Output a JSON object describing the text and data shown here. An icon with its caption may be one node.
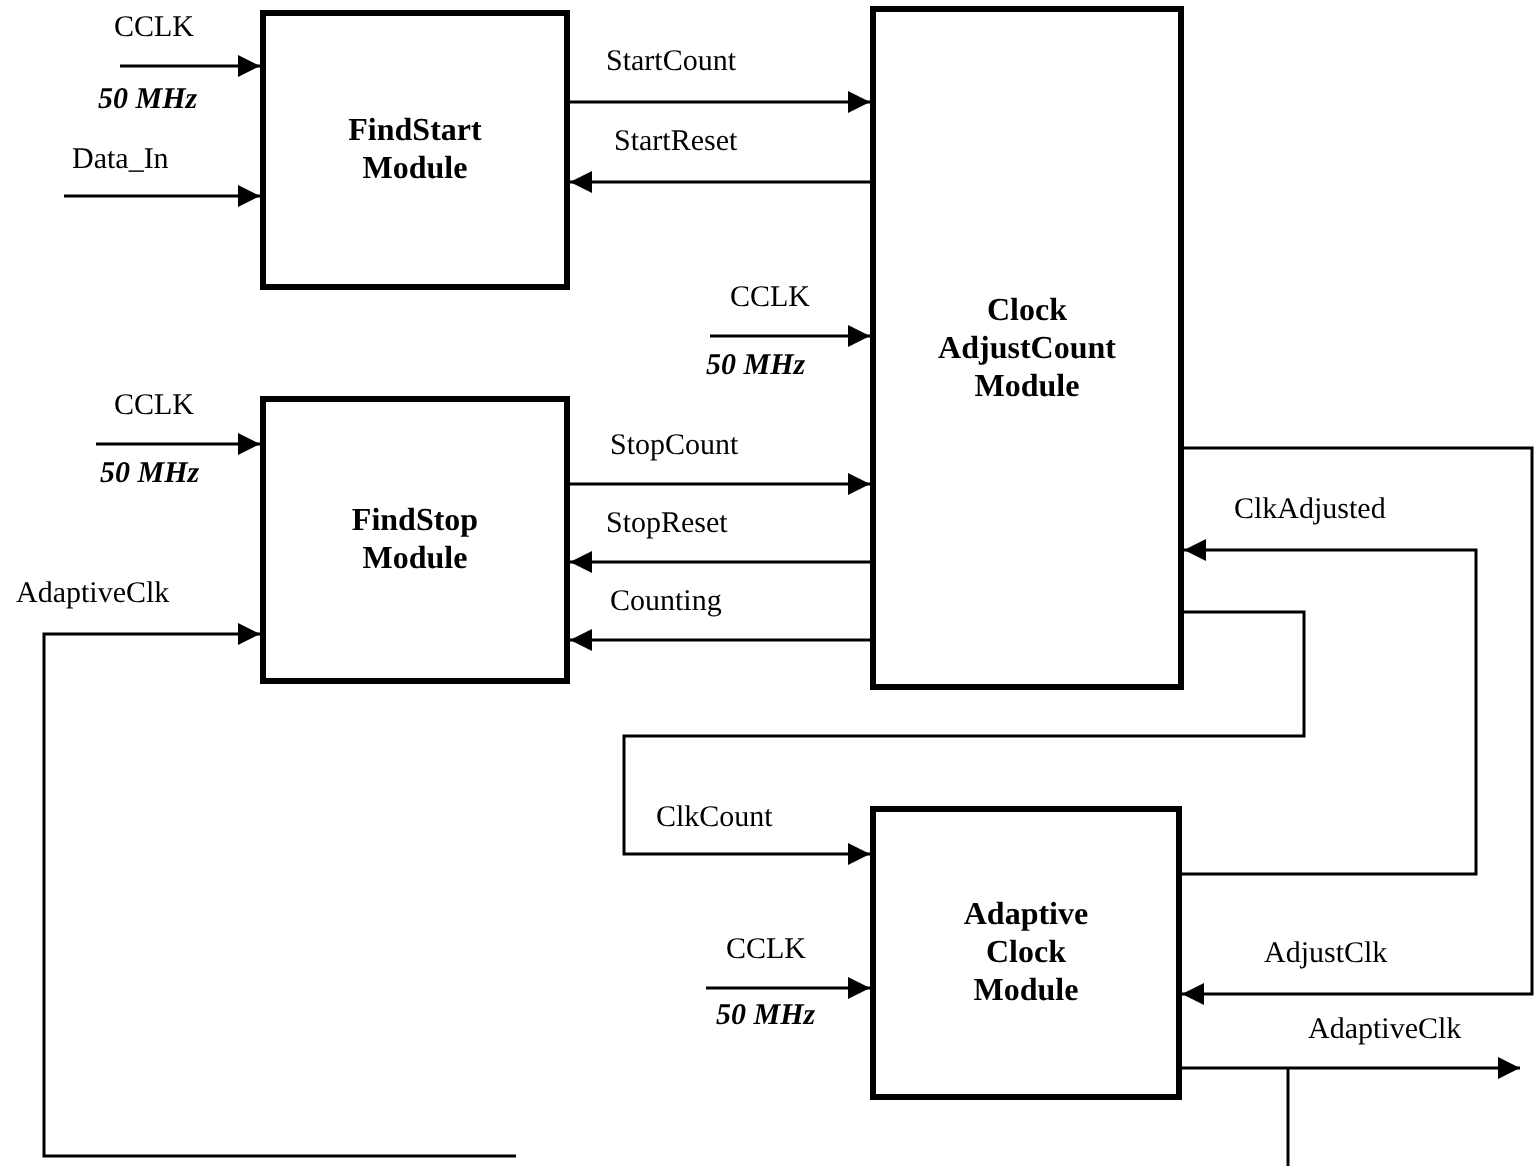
{
  "diagram": {
    "nodes": [
      {
        "text": [
          "FindStart Module"
        ]
      },
      {
        "text": [
          "FindStop Module"
        ]
      },
      {
        "text": [
          "Clock AdjustCount Module"
        ]
      },
      {
        "text": [
          "Adaptive Clock Module"
        ]
      }
    ],
    "edges": [
      {
        "from": null,
        "to": 0,
        "arrow": "to",
        "label": "CCLK"
      },
      {
        "from": null,
        "to": 0,
        "arrow": "to",
        "label": "Data_In"
      },
      {
        "from": 0,
        "to": 2,
        "arrow": "to",
        "label": "StartCount"
      },
      {
        "from": 2,
        "to": 0,
        "arrow": "to",
        "label": "StartReset"
      },
      {
        "from": null,
        "to": 2,
        "arrow": "to",
        "label": "CCLK"
      },
      {
        "from": null,
        "to": 1,
        "arrow": "to",
        "label": "CCLK"
      },
      {
        "from": 1,
        "to": 2,
        "arrow": "to",
        "label": "StopCount"
      },
      {
        "from": 2,
        "to": 1,
        "arrow": "to",
        "label": "StopReset"
      },
      {
        "from": 2,
        "to": 1,
        "arrow": "to",
        "label": "Counting"
      },
      {
        "from": null,
        "to": 1,
        "arrow": "to",
        "label": "AdaptiveClk"
      },
      {
        "from": 2,
        "to": 3,
        "arrow": "to",
        "label": "ClkCount"
      },
      {
        "from": 3,
        "to": 2,
        "arrow": "to",
        "label": "ClkAdjusted"
      },
      {
        "from": 2,
        "to": 3,
        "arrow": "to",
        "label": "AdjustClk"
      },
      {
        "from": null,
        "to": 3,
        "arrow": "to",
        "label": "CCLK"
      },
      {
        "from": 3,
        "to": null,
        "arrow": "to",
        "label": "AdaptiveClk"
      }
    ],
    "labels": [
      "50 MHz",
      "50 MHz",
      "50 MHz",
      "50 MHz"
    ]
  }
}
